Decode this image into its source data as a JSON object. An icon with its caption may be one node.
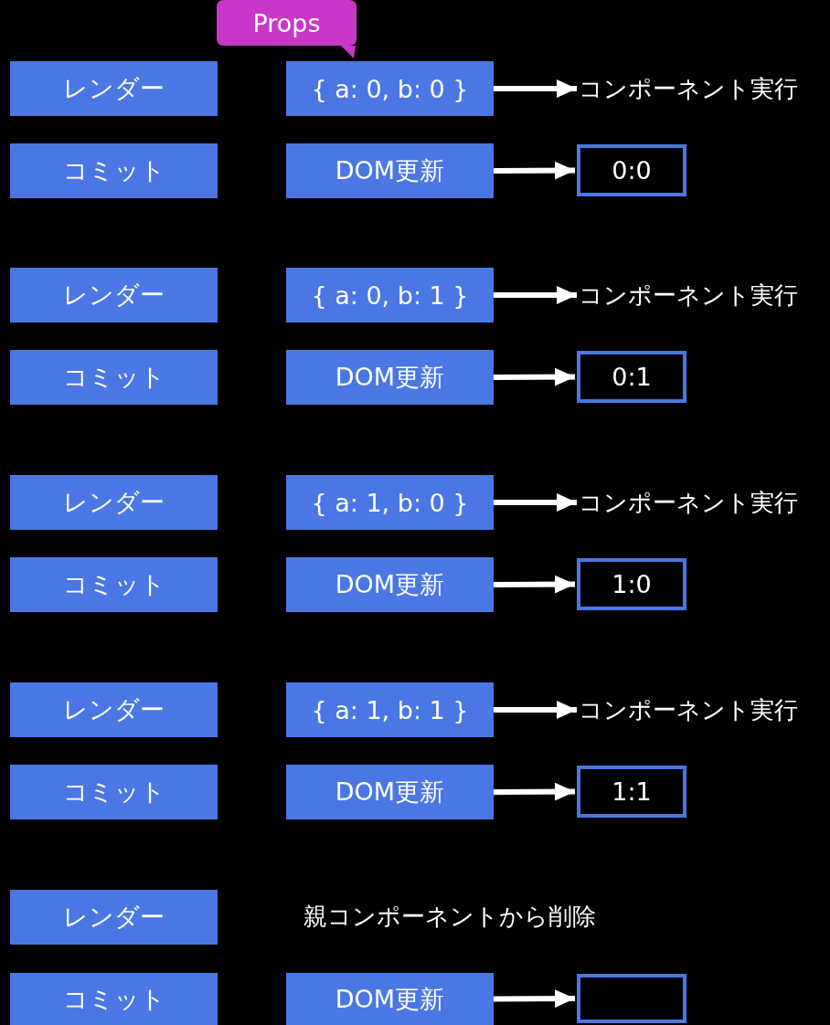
{
  "diagram": {
    "nodes": [
      {
        "text": [
          "Props"
        ]
      },
      {
        "text": [
          "レンダー"
        ]
      },
      {
        "text": [
          "{ a: 0, b: 0 }"
        ]
      },
      {
        "text": [
          "コンポーネント実行"
        ]
      },
      {
        "text": [
          "コミット"
        ]
      },
      {
        "text": [
          "DOM更新"
        ]
      },
      {
        "text": [
          "0:0"
        ]
      },
      {
        "text": [
          "レンダー"
        ]
      },
      {
        "text": [
          "{ a: 0, b: 1 }"
        ]
      },
      {
        "text": [
          "コンポーネント実行"
        ]
      },
      {
        "text": [
          "コミット"
        ]
      },
      {
        "text": [
          "DOM更新"
        ]
      },
      {
        "text": [
          "0:1"
        ]
      },
      {
        "text": [
          "レンダー"
        ]
      },
      {
        "text": [
          "{ a: 1, b: 0 }"
        ]
      },
      {
        "text": [
          "コンポーネント実行"
        ]
      },
      {
        "text": [
          "コミット"
        ]
      },
      {
        "text": [
          "DOM更新"
        ]
      },
      {
        "text": [
          "1:0"
        ]
      },
      {
        "text": [
          "レンダー"
        ]
      },
      {
        "text": [
          "{ a: 1, b: 1 }"
        ]
      },
      {
        "text": [
          "コンポーネント実行"
        ]
      },
      {
        "text": [
          "コミット"
        ]
      },
      {
        "text": [
          "DOM更新"
        ]
      },
      {
        "text": [
          "1:1"
        ]
      },
      {
        "text": [
          "レンダー"
        ]
      },
      {
        "text": [
          "コミット"
        ]
      },
      {
        "text": [
          "DOM更新"
        ]
      },
      {
        "text": [],
        "shape": "box"
      }
    ],
    "edges": [
      {
        "from": 2,
        "to": 3,
        "arrow": "to"
      },
      {
        "from": 5,
        "to": 6,
        "arrow": "to"
      },
      {
        "from": 8,
        "to": 9,
        "arrow": "to"
      },
      {
        "from": 11,
        "to": 12,
        "arrow": "to"
      },
      {
        "from": 14,
        "to": 15,
        "arrow": "to"
      },
      {
        "from": 17,
        "to": 18,
        "arrow": "to"
      },
      {
        "from": 20,
        "to": 21,
        "arrow": "to"
      },
      {
        "from": 23,
        "to": 24,
        "arrow": "to"
      },
      {
        "from": 27,
        "to": 28,
        "arrow": "to"
      }
    ],
    "labels": [
      "親コンポーネントから削除"
    ]
  }
}
